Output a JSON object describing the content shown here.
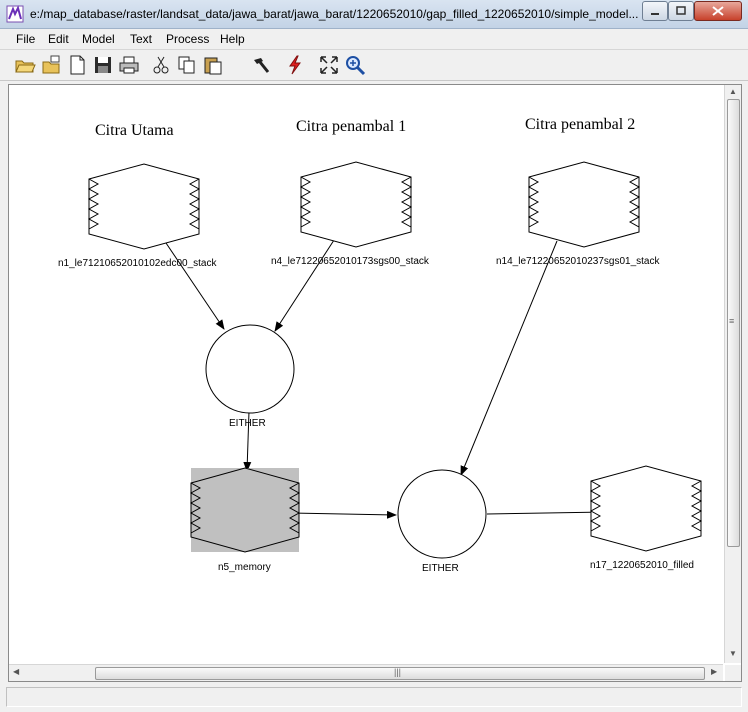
{
  "window": {
    "title": "e:/map_database/raster/landsat_data/jawa_barat/jawa_barat/1220652010/gap_filled_1220652010/simple_model..."
  },
  "menu": [
    "File",
    "Edit",
    "Model",
    "Text",
    "Process",
    "Help"
  ],
  "toolbar": {
    "icons": [
      "open-folder-icon",
      "open-model-icon",
      "new-document-icon",
      "save-icon",
      "print-icon",
      "cut-icon",
      "copy-icon",
      "paste-icon",
      "hammer-icon",
      "run-lightning-icon",
      "fit-to-window-icon",
      "zoom-icon"
    ]
  },
  "model": {
    "headings": {
      "main": "Citra Utama",
      "patch1": "Citra penambal 1",
      "patch2": "Citra penambal 2"
    },
    "nodes": {
      "n1": "n1_le71210652010102edc00_stack",
      "n4": "n4_le71220652010173sgs00_stack",
      "n14": "n14_le71220652010237sgs01_stack",
      "either1": "EITHER",
      "n5": "n5_memory",
      "either2": "EITHER",
      "n17": "n17_1220652010_filled"
    }
  },
  "colors": {
    "canvas": "#ffffff",
    "selected_node_fill": "#c0c0c0",
    "line": "#000000"
  }
}
